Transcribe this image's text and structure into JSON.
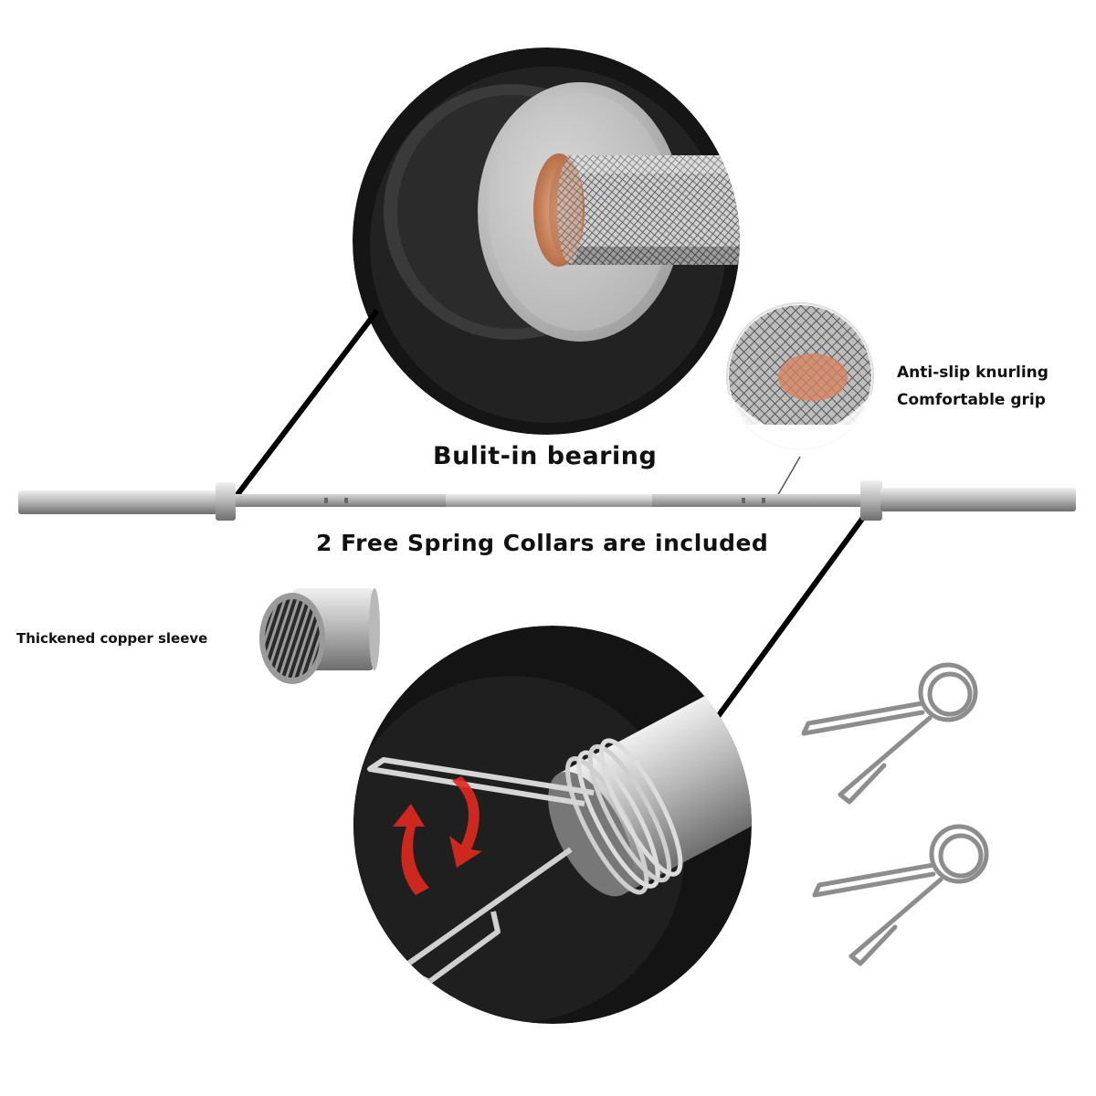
{
  "labels": {
    "bearing": "Bulit-in bearing",
    "collars": "2 Free Spring Collars are included",
    "knurling_line1": "Anti-slip knurling",
    "knurling_line2": "Comfortable grip",
    "sleeve": "Thickened copper sleeve"
  },
  "colors": {
    "background": "#ffffff",
    "steel": "#c9c9c9",
    "dark_plate": "#1c1c1c",
    "copper": "#d4906a",
    "accent_red": "#e0281e"
  }
}
